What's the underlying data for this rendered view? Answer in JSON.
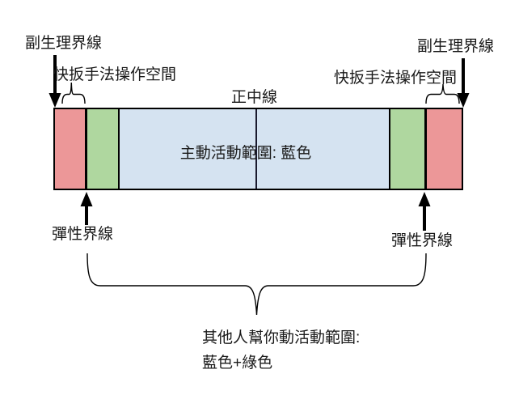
{
  "labels": {
    "paraphysiological_left": "副生理界線",
    "paraphysiological_right": "副生理界線",
    "thrust_space_left": "快扳手法操作空間",
    "thrust_space_right": "快扳手法操作空間",
    "midline": "正中線",
    "active_range": "主動活動範圍: 藍色",
    "elastic_left": "彈性界線",
    "elastic_right": "彈性界線",
    "assisted_range_line1": "其他人幫你動活動範圍:",
    "assisted_range_line2": "藍色+綠色"
  },
  "colors": {
    "segment_red": "#ec9798",
    "segment_green": "#afd79f",
    "segment_blue": "#d5e3f1",
    "outline": "#000000",
    "midline": "#1a1a2e",
    "text": "#1a1a1a",
    "background": "#ffffff"
  },
  "segments": [
    {
      "color": "red",
      "position": "far-left"
    },
    {
      "color": "green",
      "position": "left"
    },
    {
      "color": "blue",
      "position": "center"
    },
    {
      "color": "green",
      "position": "right"
    },
    {
      "color": "red",
      "position": "far-right"
    }
  ]
}
